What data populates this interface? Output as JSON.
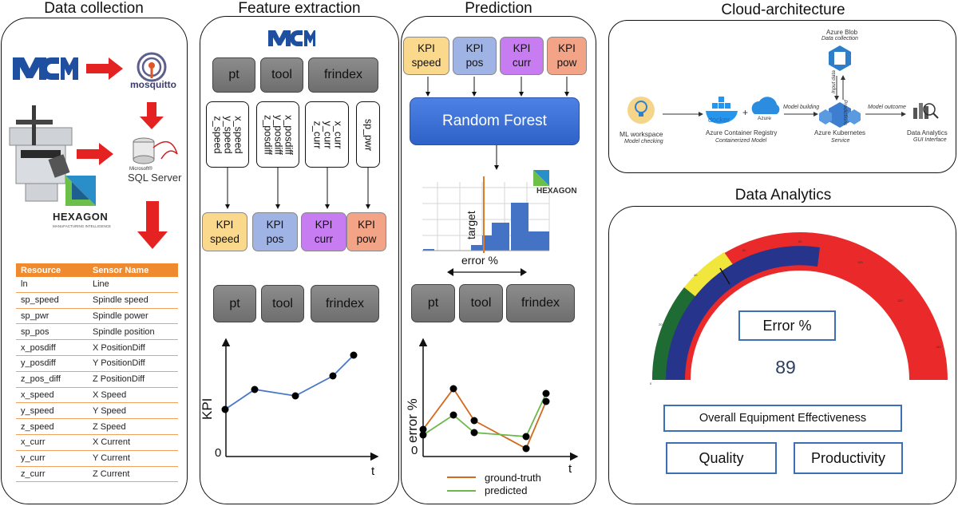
{
  "titles": {
    "data_collection": "Data collection",
    "feature_extraction": "Feature extraction",
    "prediction": "Prediction",
    "cloud_architecture": "Cloud-architecture",
    "data_analytics": "Data Analytics"
  },
  "logos": {
    "mosquitto": "mosquitto",
    "sql_small": "Microsoft®",
    "sql_server": "SQL Server",
    "hexagon": "HEXAGON",
    "hexagon_sub": "MANUFACTURING INTELLIGENCE"
  },
  "table": {
    "headers": [
      "Resource",
      "Sensor Name"
    ],
    "rows": [
      [
        "ln",
        "Line"
      ],
      [
        "sp_speed",
        "Spindle speed"
      ],
      [
        "sp_pwr",
        "Spindle power"
      ],
      [
        "sp_pos",
        "Spindle position"
      ],
      [
        "x_posdiff",
        "X PositionDiff"
      ],
      [
        "y_posdiff",
        "Y PositionDiff"
      ],
      [
        "z_pos_diff",
        "Z PositionDiff"
      ],
      [
        "x_speed",
        "X Speed"
      ],
      [
        "y_speed",
        "Y Speed"
      ],
      [
        "z_speed",
        "Z Speed"
      ],
      [
        "x_curr",
        "X Current"
      ],
      [
        "y_curr",
        "Y Current"
      ],
      [
        "z_curr",
        "Z Current"
      ]
    ]
  },
  "buttons": {
    "pt": "pt",
    "tool": "tool",
    "frindex": "frindex"
  },
  "features": {
    "speed": "x_speed\ny_speed\nz_speed",
    "pos": "x_posdiff\ny_posdiff\nz_posdiff",
    "curr": "x_curr\ny_curr\nz_curr",
    "pow": "sp_pwr"
  },
  "kpis": {
    "speed": "KPI\nspeed",
    "pos": "KPI\npos",
    "curr": "KPI\ncurr",
    "pow": "KPI\npow"
  },
  "kpi_chart": {
    "ylabel": "KPI",
    "zero": "0",
    "xlabel": "t"
  },
  "model": "Random Forest",
  "histogram": {
    "target": "target",
    "xlabel": "error %"
  },
  "error_chart": {
    "ylabel": "error %",
    "zero": "0",
    "xlabel": "t",
    "legend": [
      "ground-truth",
      "predicted"
    ]
  },
  "cloud": {
    "blob": "Azure Blob",
    "blob_sub": "Data collection",
    "input_data": "Input data",
    "predictions": "Predictions",
    "ml": "ML workspace",
    "ml_sub": "Model checking",
    "docker": "docker",
    "azure": "Azure",
    "registry": "Azure Container Registry",
    "registry_sub": "Containerized Model",
    "model_building": "Model building",
    "kubernetes": "Azure Kubernetes",
    "kubernetes_sub": "Service",
    "model_outcome": "Model outcome",
    "analytics": "Data Analytics",
    "analytics_sub": "GUI Interface"
  },
  "gauge": {
    "label": "Error %",
    "value": "89",
    "oee": "Overall Equipment Effectiveness",
    "quality": "Quality",
    "productivity": "Productivity"
  },
  "colors": {
    "kpi_speed": "#fbd98c",
    "kpi_pos": "#9fb3e4",
    "kpi_curr": "#c77cf2",
    "kpi_pow": "#f3a486",
    "rf": "#3a6fd6",
    "gauge_red": "#ea2a2a",
    "gauge_navy": "#27348b",
    "gauge_yellow": "#f1e63b",
    "gauge_green": "#1f6b34"
  }
}
